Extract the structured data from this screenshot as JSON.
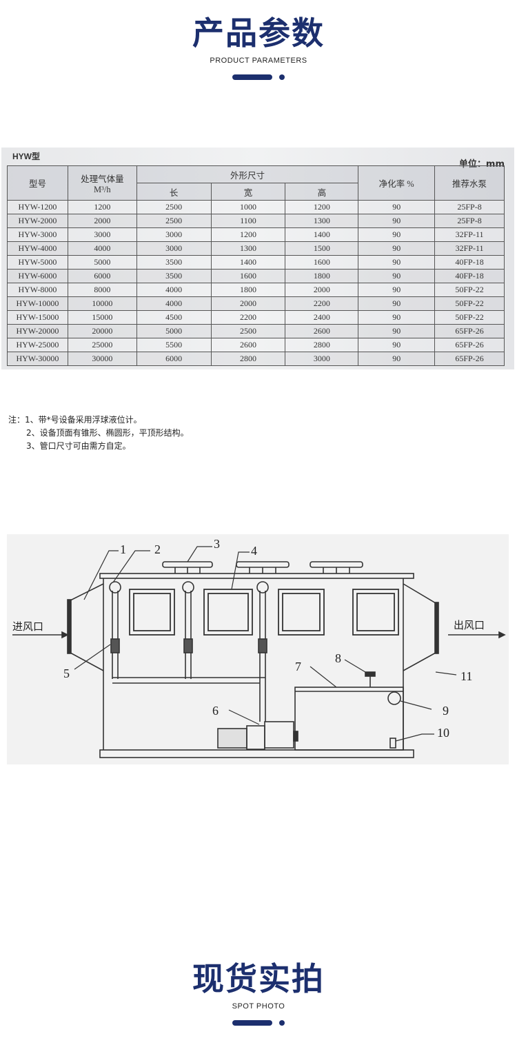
{
  "params_header": {
    "title": "产品参数",
    "subtitle": "PRODUCT PARAMETERS"
  },
  "table": {
    "caption": "HYW型",
    "unit": "单位：mm",
    "headers": {
      "model": "型号",
      "gas_volume": "处理气体量",
      "gas_unit": "M³/h",
      "dimensions": "外形尺寸",
      "length": "长",
      "width": "宽",
      "height": "高",
      "purification": "净化率  %",
      "pump": "推荐水泵"
    },
    "rows": [
      [
        "HYW-1200",
        "1200",
        "2500",
        "1000",
        "1200",
        "90",
        "25FP-8"
      ],
      [
        "HYW-2000",
        "2000",
        "2500",
        "1100",
        "1300",
        "90",
        "25FP-8"
      ],
      [
        "HYW-3000",
        "3000",
        "3000",
        "1200",
        "1400",
        "90",
        "32FP-11"
      ],
      [
        "HYW-4000",
        "4000",
        "3000",
        "1300",
        "1500",
        "90",
        "32FP-11"
      ],
      [
        "HYW-5000",
        "5000",
        "3500",
        "1400",
        "1600",
        "90",
        "40FP-18"
      ],
      [
        "HYW-6000",
        "6000",
        "3500",
        "1600",
        "1800",
        "90",
        "40FP-18"
      ],
      [
        "HYW-8000",
        "8000",
        "4000",
        "1800",
        "2000",
        "90",
        "50FP-22"
      ],
      [
        "HYW-10000",
        "10000",
        "4000",
        "2000",
        "2200",
        "90",
        "50FP-22"
      ],
      [
        "HYW-15000",
        "15000",
        "4500",
        "2200",
        "2400",
        "90",
        "50FP-22"
      ],
      [
        "HYW-20000",
        "20000",
        "5000",
        "2500",
        "2600",
        "90",
        "65FP-26"
      ],
      [
        "HYW-25000",
        "25000",
        "5500",
        "2600",
        "2800",
        "90",
        "65FP-26"
      ],
      [
        "HYW-30000",
        "30000",
        "6000",
        "2800",
        "3000",
        "90",
        "65FP-26"
      ]
    ]
  },
  "notes": {
    "line1": "注：1、带*号设备采用浮球液位计。",
    "line2": "2、设备顶面有锥形、椭圆形，平顶形结构。",
    "line3": "3、管口尺寸可由需方自定。"
  },
  "diagram": {
    "inlet_label": "进风口",
    "outlet_label": "出风口",
    "callouts": [
      "1",
      "2",
      "3",
      "4",
      "5",
      "6",
      "7",
      "8",
      "9",
      "10",
      "11"
    ]
  },
  "spot_header": {
    "title": "现货实拍",
    "subtitle": "SPOT PHOTO"
  },
  "colors": {
    "accent": "#1c2f6e"
  }
}
